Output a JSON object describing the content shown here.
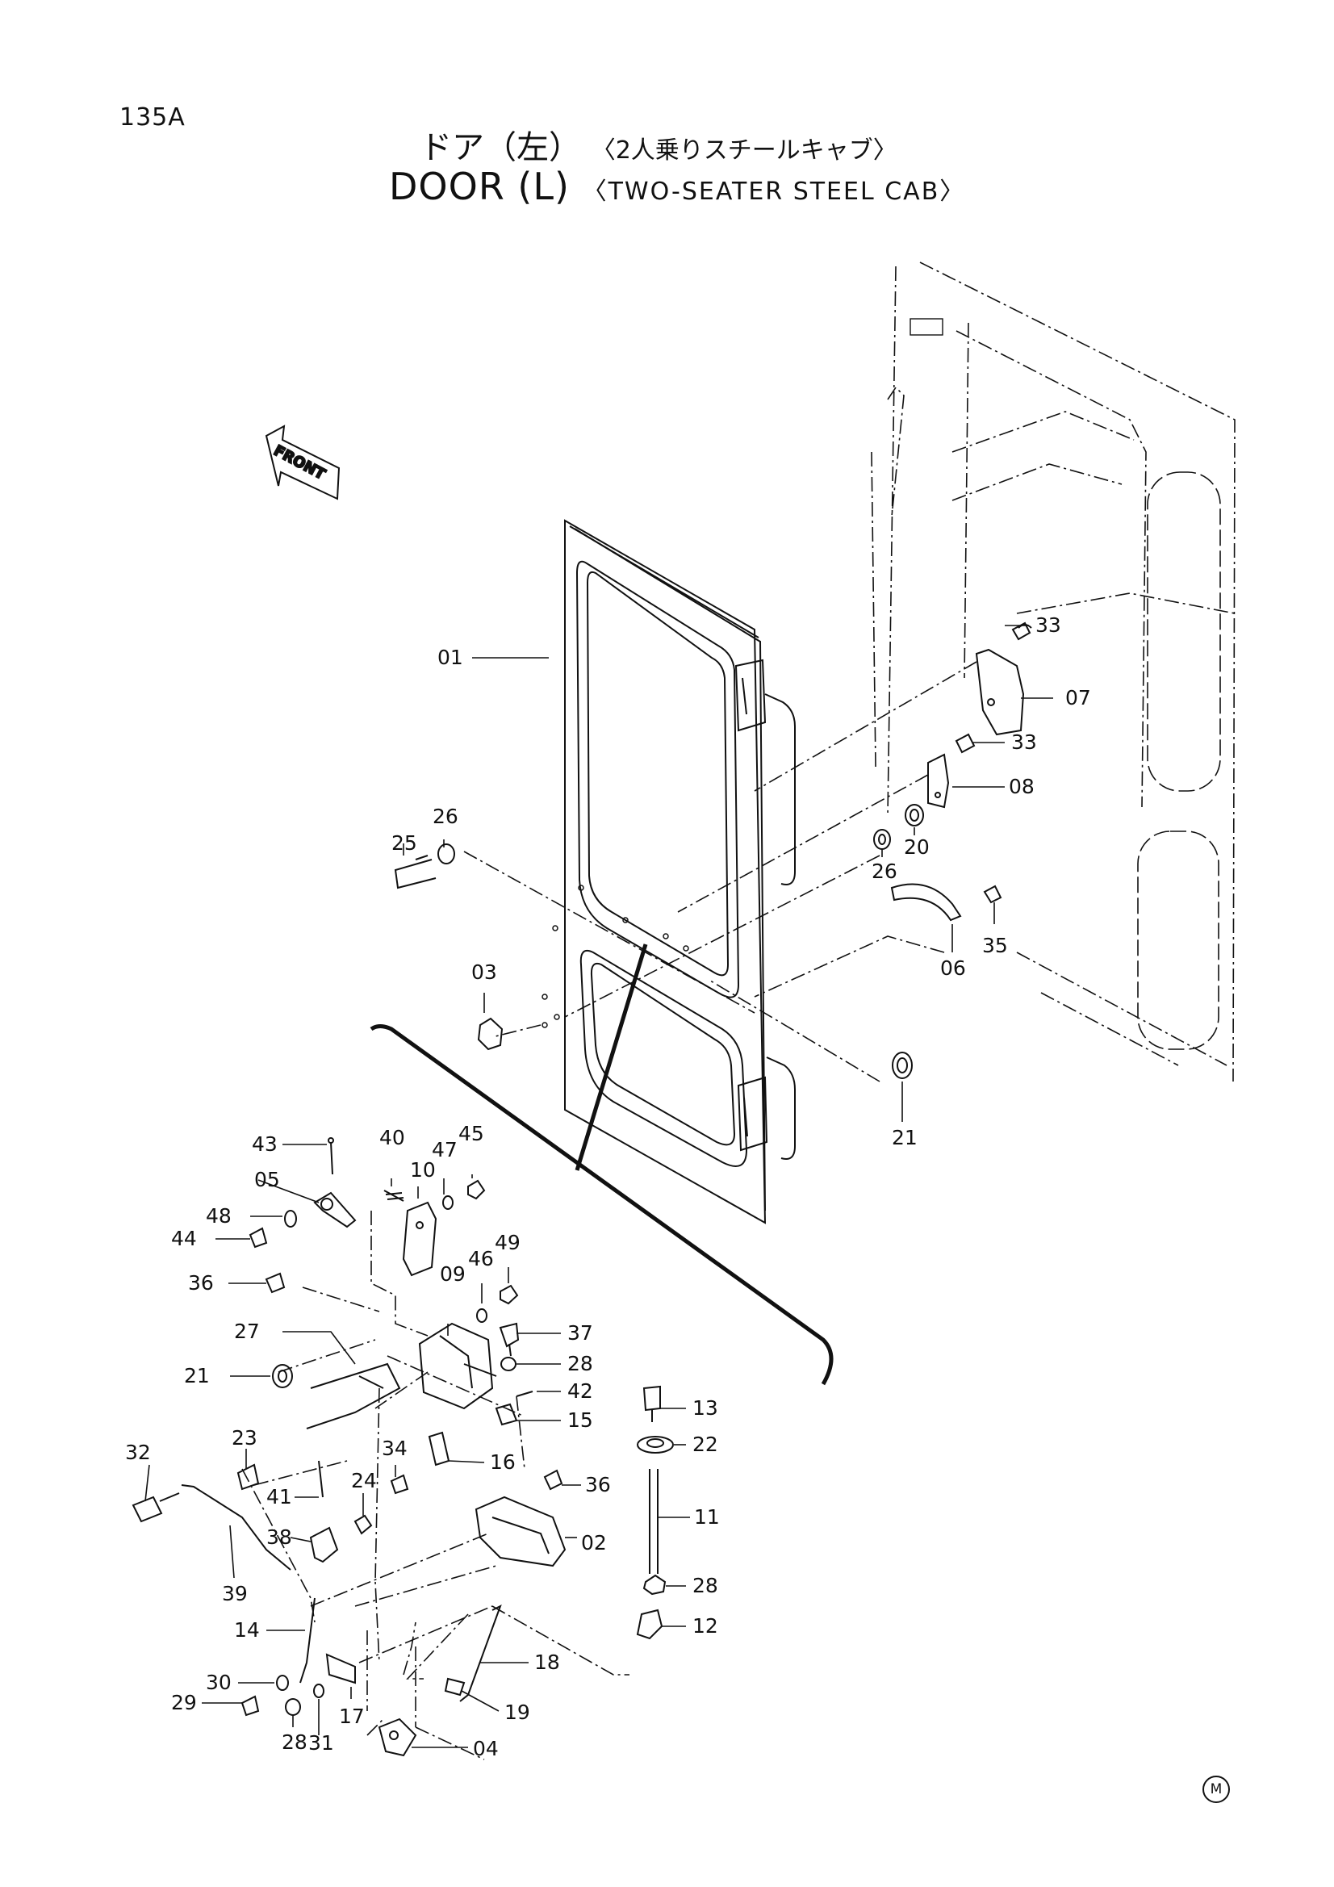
{
  "page_number": "135A",
  "title": {
    "jp_main": "ドア（左）",
    "jp_sub": "〈2人乗りスチールキャブ〉",
    "en_main": "DOOR (L)",
    "en_sub": "〈TWO-SEATER STEEL CAB〉"
  },
  "direction_label": "FRONT",
  "manufacturer_mark": "M",
  "callouts": [
    "01",
    "02",
    "03",
    "04",
    "05",
    "06",
    "07",
    "08",
    "09",
    "10",
    "11",
    "12",
    "13",
    "14",
    "15",
    "16",
    "17",
    "18",
    "19",
    "20",
    "21",
    "21",
    "22",
    "23",
    "24",
    "25",
    "26",
    "26",
    "27",
    "28",
    "28",
    "28",
    "29",
    "30",
    "31",
    "32",
    "33",
    "33",
    "34",
    "35",
    "36",
    "36",
    "37",
    "38",
    "39",
    "40",
    "41",
    "42",
    "43",
    "44",
    "45",
    "46",
    "47",
    "48",
    "49"
  ]
}
